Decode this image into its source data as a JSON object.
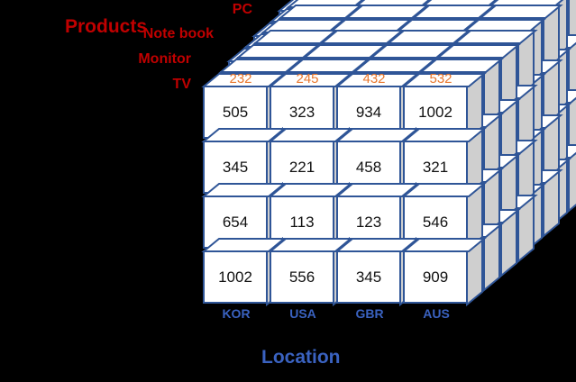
{
  "diagram": {
    "title_products": "Products",
    "title_location": "Location",
    "accent_red": "#C00000",
    "accent_blue": "#3A62C0",
    "accent_orange": "#E8762C",
    "edge_blue": "#2F5597",
    "face_white": "#FFFFFF",
    "face_grey": "#CFCFCF",
    "background": "#000000",
    "type": "olap-cube"
  },
  "products": {
    "label": "Products",
    "items": [
      {
        "name": "TV"
      },
      {
        "name": "Monitor"
      },
      {
        "name": "Note book"
      },
      {
        "name": "PC"
      }
    ]
  },
  "location": {
    "label": "Location",
    "items": [
      {
        "code": "KOR"
      },
      {
        "code": "USA"
      },
      {
        "code": "GBR"
      },
      {
        "code": "AUS"
      }
    ]
  },
  "top_values": [
    "232",
    "245",
    "432",
    "532"
  ],
  "front_grid": {
    "columns": [
      "KOR",
      "USA",
      "GBR",
      "AUS"
    ],
    "rows": [
      {
        "values": [
          "505",
          "323",
          "934",
          "1002"
        ]
      },
      {
        "values": [
          "345",
          "221",
          "458",
          "321"
        ]
      },
      {
        "values": [
          "654",
          "113",
          "123",
          "546"
        ]
      },
      {
        "values": [
          "1002",
          "556",
          "345",
          "909"
        ]
      }
    ]
  }
}
